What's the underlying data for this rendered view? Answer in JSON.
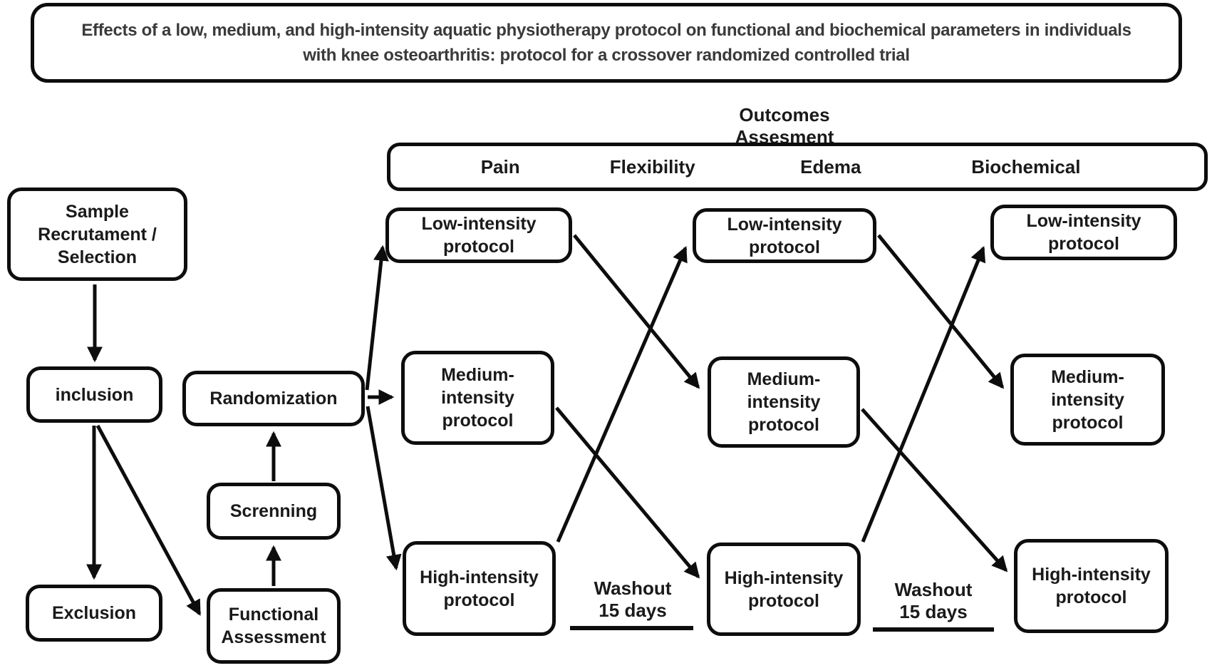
{
  "title": "Effects of a low, medium, and high-intensity aquatic physiotherapy protocol on functional and biochemical parameters in individuals with knee osteoarthritis: protocol for a crossover randomized controlled trial",
  "outcomes": {
    "heading": "Outcomes Assesment",
    "measures": [
      "Pain",
      "Flexibility",
      "Edema",
      "Biochemical"
    ]
  },
  "selection_flow": {
    "sample_label": "Sample\nRecrutament /\nSelection",
    "inclusion_label": "inclusion",
    "exclusion_label": "Exclusion",
    "functional_label": "Functional\nAssessment",
    "screening_label": "Screnning",
    "randomization_label": "Randomization"
  },
  "trial": {
    "periods": [
      {
        "low": "Low-intensity\nprotocol",
        "medium": "Medium-\nintensity\nprotocol",
        "high": "High-intensity\nprotocol"
      },
      {
        "low": "Low-intensity\nprotocol",
        "medium": "Medium-\nintensity\nprotocol",
        "high": "High-intensity\nprotocol"
      },
      {
        "low": "Low-intensity\nprotocol",
        "medium": "Medium-\nintensity\nprotocol",
        "high": "High-intensity\nprotocol"
      }
    ],
    "washouts": [
      "Washout\n15 days",
      "Washout\n15 days"
    ]
  },
  "colors": {
    "line": "#0d0d0d",
    "title_text": "#3a3a3a",
    "box_text": "#1a1a1a",
    "background": "#ffffff"
  }
}
